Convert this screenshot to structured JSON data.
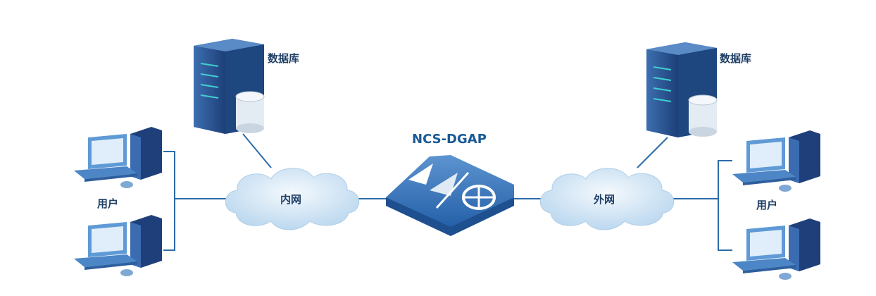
{
  "nodes": {
    "left_database": {
      "label": "数据库"
    },
    "right_database": {
      "label": "数据库"
    },
    "left_users": {
      "label": "用户"
    },
    "right_users": {
      "label": "用户"
    },
    "intranet": {
      "label": "内网"
    },
    "extranet": {
      "label": "外网"
    },
    "gateway": {
      "label": "NCS-DGAP"
    }
  },
  "colors": {
    "line": "#2b6ca8",
    "server": "#244e8c",
    "cloud": "#d7e9f7",
    "gateway": "#2f6cb3",
    "text": "#1f3f66"
  }
}
